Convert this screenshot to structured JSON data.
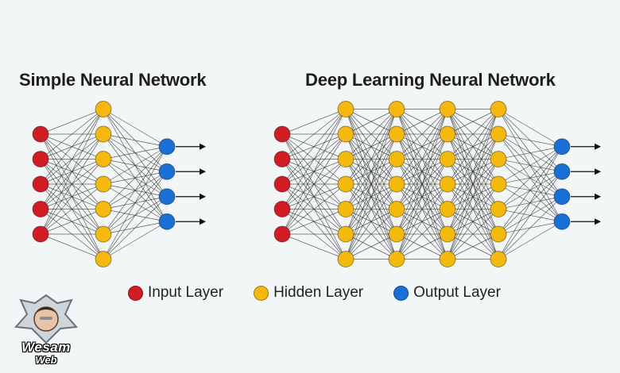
{
  "titles": {
    "simple": "Simple Neural Network",
    "deep": "Deep Learning Neural Network"
  },
  "colors": {
    "input": "#d01c24",
    "hidden": "#f5b80e",
    "output": "#1a6fd6",
    "edge": "#2b2b2b",
    "arrow": "#111111"
  },
  "networks": {
    "simple": {
      "layers": [
        5,
        7,
        4
      ]
    },
    "deep": {
      "layers": [
        5,
        7,
        7,
        7,
        7,
        4
      ]
    }
  },
  "legend": [
    {
      "label": "Input Layer",
      "color": "#d01c24"
    },
    {
      "label": "Hidden Layer",
      "color": "#f5b80e"
    },
    {
      "label": "Output Layer",
      "color": "#1a6fd6"
    }
  ],
  "watermark": {
    "line1": "Wesam",
    "line2": "Web"
  }
}
